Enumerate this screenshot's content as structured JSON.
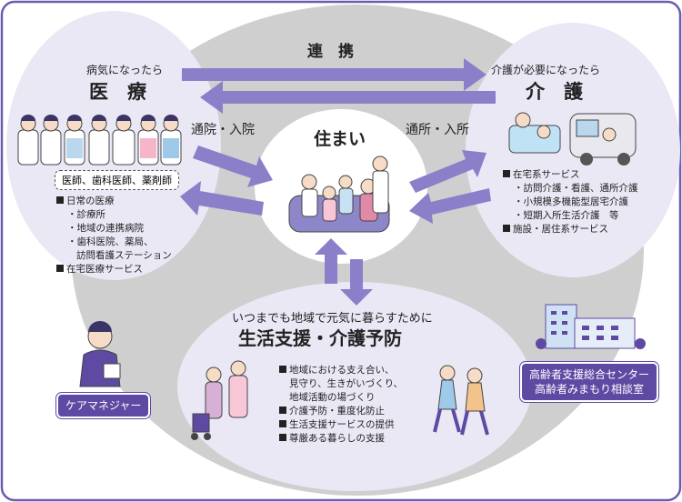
{
  "top_arrow_label": "連　携",
  "left": {
    "caption": "病気になったら",
    "title": "医　療",
    "roles_badge": "医師、歯科医師、薬剤師",
    "sections": [
      {
        "heading": "日常の医療",
        "items": [
          "診療所",
          "地域の連携病院",
          "歯科医院、薬局、",
          "訪問看護ステーション"
        ]
      },
      {
        "heading": "在宅医療サービス",
        "items": []
      }
    ]
  },
  "right": {
    "caption": "介護が必要になったら",
    "title": "介　護",
    "sections": [
      {
        "heading": "在宅系サービス",
        "items": [
          "訪問介護・看護、通所介護",
          "小規模多機能型居宅介護",
          "短期入所生活介護　等"
        ]
      },
      {
        "heading": "施設・居住系サービス",
        "items": []
      }
    ]
  },
  "center": {
    "title": "住まい"
  },
  "left_arrow_label": "通院・入院",
  "right_arrow_label": "通所・入所",
  "bottom": {
    "caption": "いつまでも地域で元気に暮らすために",
    "title": "生活支援・介護予防",
    "items": [
      "地域における支え合い、",
      "見守り、生きがいづくり、",
      "地域活動の場づくり",
      "介護予防・重度化防止",
      "生活支援サービスの提供",
      "尊厳ある暮らしの支援"
    ]
  },
  "care_manager": "ケアマネジャー",
  "support_center": [
    "高齢者支援総合センター",
    "高齢者みまもり相談室"
  ],
  "colors": {
    "frame": "#6c5bb0",
    "arrow": "#8c7fc9",
    "circle": "#ebe8f6",
    "ring": "#cfcfcf",
    "badge": "#5e49a3"
  }
}
